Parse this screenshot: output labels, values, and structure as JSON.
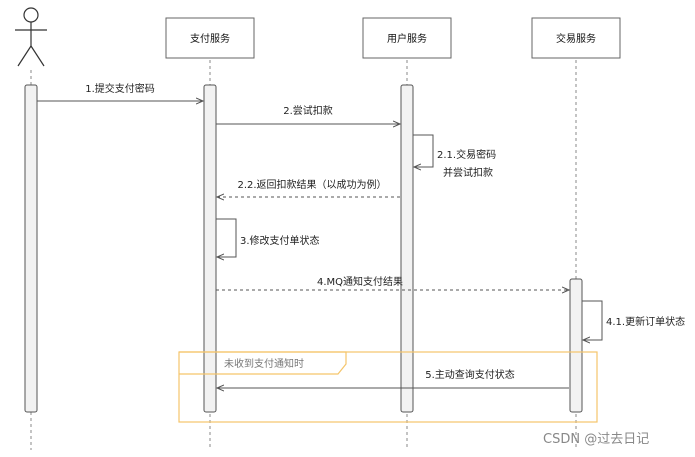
{
  "actors": [
    {
      "id": "user",
      "label": ""
    },
    {
      "id": "pay",
      "label": "支付服务"
    },
    {
      "id": "usr",
      "label": "用户服务"
    },
    {
      "id": "trade",
      "label": "交易服务"
    }
  ],
  "messages": [
    {
      "id": "m1",
      "label": "1.提交支付密码",
      "style": "solid"
    },
    {
      "id": "m2",
      "label": "2.尝试扣款",
      "style": "solid"
    },
    {
      "id": "m21_line1",
      "label": "2.1.交易密码"
    },
    {
      "id": "m21_line2",
      "label": "并尝试扣款"
    },
    {
      "id": "m22",
      "label": "2.2.返回扣款结果（以成功为例）",
      "style": "dashed"
    },
    {
      "id": "m3",
      "label": "3.修改支付单状态"
    },
    {
      "id": "m4",
      "label": "4.MQ通知支付结果",
      "style": "dashed"
    },
    {
      "id": "m41",
      "label": "4.1.更新订单状态"
    },
    {
      "id": "m5",
      "label": "5.主动查询支付状态",
      "style": "solid"
    }
  ],
  "frame": {
    "label": "未收到支付通知时",
    "color": "#f5c56b"
  },
  "watermark": "CSDN @过去日记",
  "colors": {
    "line": "#555555",
    "frame": "#f5c56b",
    "activation_fill": "#f2f2f2"
  }
}
